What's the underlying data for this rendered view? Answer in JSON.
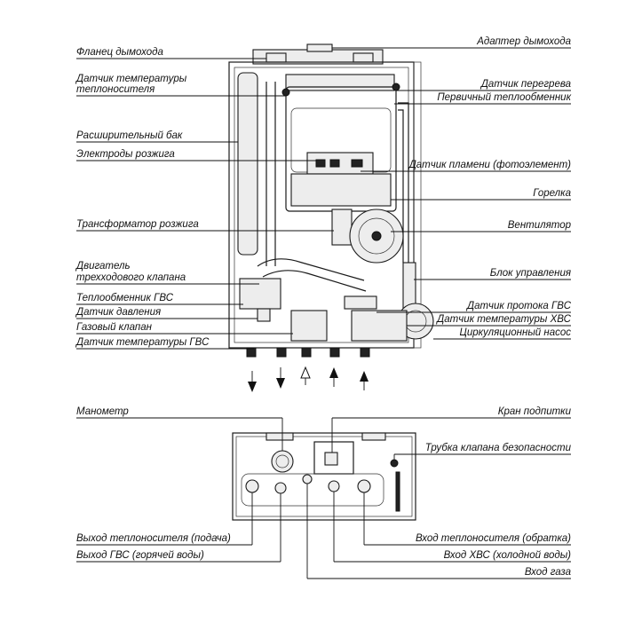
{
  "labels_left": [
    "Фланец дымохода",
    "Датчик температуры",
    "теплоносителя",
    "Расширительный бак",
    "Электроды розжига",
    "Трансформатор розжига",
    "Двигатель",
    "трехходового клапана",
    "Теплообменник ГВС",
    "Датчик давления",
    "Газовый клапан",
    "Датчик температуры ГВС"
  ],
  "labels_right": [
    "Адаптер дымохода",
    "Датчик перегрева",
    "Первичный теплообменник",
    "Датчик пламени (фотоэлемент)",
    "Горелка",
    "Вентилятор",
    "Блок управления",
    "Датчик протока ГВС",
    "Датчик температуры ХВС",
    "Циркуляционный насос"
  ],
  "bottom_view": {
    "left_top": "Манометр",
    "right_top_1": "Кран подпитки",
    "right_top_2": "Трубка клапана безопасности",
    "left_bottom_1": "Выход теплоносителя (подача)",
    "left_bottom_2": "Выход ГВС (горячей воды)",
    "right_bottom_1": "Вход теплоносителя (обратка)",
    "right_bottom_2": "Вход ХВС (холодной воды)",
    "right_bottom_3": "Вход газа"
  },
  "flow_arrows": [
    "down",
    "down",
    "up-outline",
    "up",
    "up"
  ],
  "icons": [
    "arrow-down-icon",
    "arrow-up-icon",
    "arrow-up-outline-icon"
  ]
}
